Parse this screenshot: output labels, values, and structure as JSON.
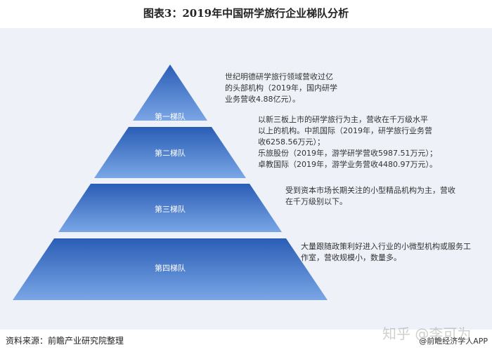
{
  "title": "图表3：2019年中国研学旅行企业梯队分析",
  "tiers": [
    {
      "label": "第一梯队",
      "desc": [
        "世纪明德研学旅行领域营收过亿",
        "的头部机构（2019年，国内研学",
        "业务营收4.88亿元）。"
      ]
    },
    {
      "label": "第二梯队",
      "desc": [
        "以新三板上市的研学旅行为主，营收在千万级水平",
        "以上的机构。中凯国际（2019年，研学旅行业务营",
        "收6258.56万元）；",
        "乐旅股份（2019年，游学研学营收5987.51万元）；",
        "卓教国际（2019年，游学业务营收4480.97万元）。"
      ]
    },
    {
      "label": "第三梯队",
      "desc": [
        "受到资本市场长期关注的小型精品机构为主，营收",
        "在千万级别以下。"
      ]
    },
    {
      "label": "第四梯队",
      "desc": [
        "大量跟随政策利好进入行业的小微型机构或服务工",
        "作室，营收规模小，数量多。"
      ]
    }
  ],
  "source": "资料来源：前瞻产业研究院整理",
  "watermark": "知乎 @李可为",
  "app_credit": "@前瞻经济学人APP",
  "colors": {
    "tier_top": "#2a5db5",
    "tier_bottom": "#6a9be0",
    "panel": "#eef1f8"
  }
}
